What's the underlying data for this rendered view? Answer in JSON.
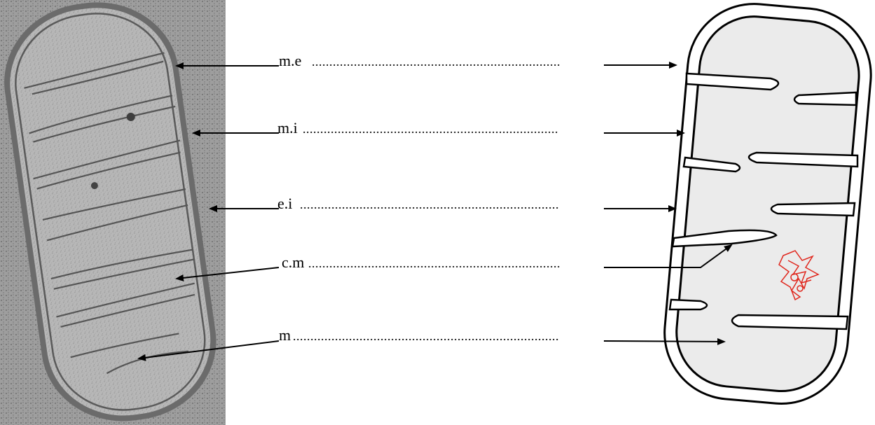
{
  "labels": [
    {
      "id": "me",
      "text": "m.e",
      "dots": "......................................................................."
    },
    {
      "id": "mi",
      "text": "m.i",
      "dots": "........................................................................."
    },
    {
      "id": "ei",
      "text": "e.i",
      "dots": ".........................................................................."
    },
    {
      "id": "cm",
      "text": "c.m",
      "dots": "........................................................................"
    },
    {
      "id": "m",
      "text": "m",
      "dots": "............................................................................"
    }
  ],
  "colors": {
    "micrograph_bg": "#8f8f8f",
    "micrograph_inner": "#b9b9b9",
    "membrane_dark": "#4a4a4a",
    "drawing_fill": "#ebebeb",
    "drawing_stroke": "#000000",
    "dna_red": "#e0281e",
    "arrow": "#000000"
  },
  "icons": {
    "micrograph": "mitochondrion-electron-micrograph",
    "drawing": "mitochondrion-schematic-drawing",
    "dna": "mitochondrial-dna-squiggle"
  }
}
